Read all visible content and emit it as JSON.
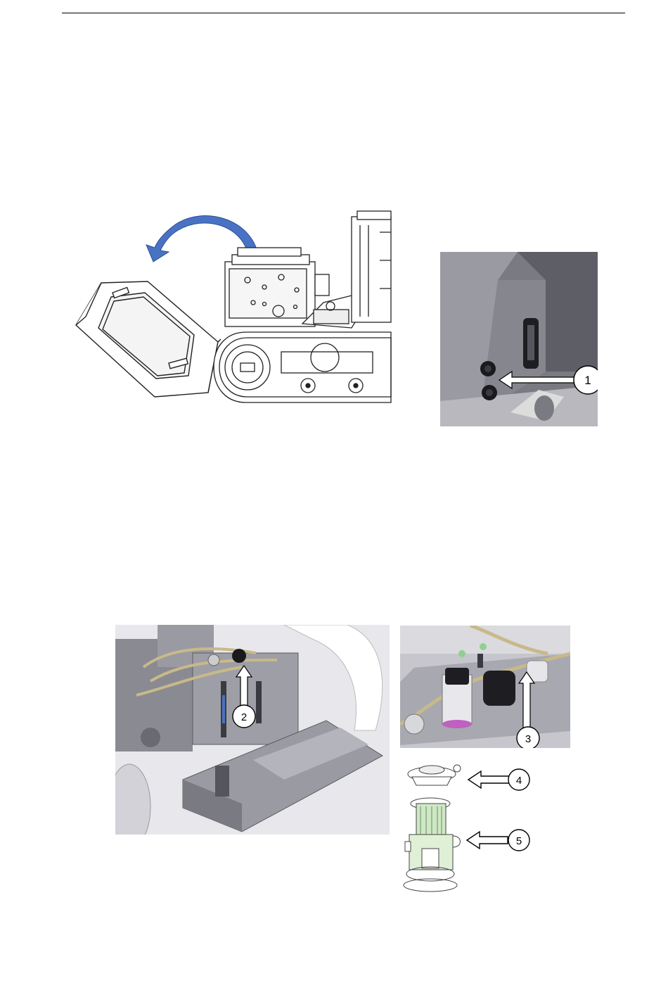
{
  "callouts": {
    "c1": "1",
    "c2": "2",
    "c3": "3",
    "c4": "4",
    "c5": "5"
  },
  "colors": {
    "rotation_arrow": "#4a72c4",
    "line": "#222222",
    "metal_dark": "#6d6d75",
    "metal_mid": "#8c8c94",
    "metal_light": "#b9b9c0",
    "pipe": "#c8b98a",
    "filter_green": "#cfe8c4"
  },
  "icons": {
    "rotation": "curved-rotation-arrow-icon",
    "pointer": "callout-arrow-icon"
  }
}
